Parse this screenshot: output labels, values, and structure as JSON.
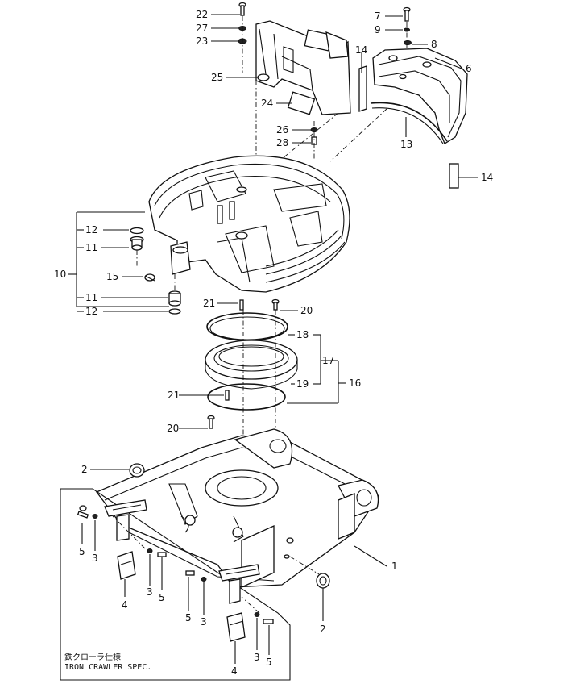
{
  "note": {
    "line1": "鉄クローラ仕様",
    "line2": "IRON CRAWLER SPEC."
  },
  "callouts": [
    {
      "id": "22a",
      "label": "22"
    },
    {
      "id": "27",
      "label": "27"
    },
    {
      "id": "23",
      "label": "23"
    },
    {
      "id": "25",
      "label": "25"
    },
    {
      "id": "24",
      "label": "24"
    },
    {
      "id": "26",
      "label": "26"
    },
    {
      "id": "28",
      "label": "28"
    },
    {
      "id": "7",
      "label": "7"
    },
    {
      "id": "9",
      "label": "9"
    },
    {
      "id": "8",
      "label": "8"
    },
    {
      "id": "6",
      "label": "6"
    },
    {
      "id": "14a",
      "label": "14"
    },
    {
      "id": "13",
      "label": "13"
    },
    {
      "id": "14b",
      "label": "14"
    },
    {
      "id": "10",
      "label": "10"
    },
    {
      "id": "12a",
      "label": "12"
    },
    {
      "id": "11a",
      "label": "11"
    },
    {
      "id": "15",
      "label": "15"
    },
    {
      "id": "11b",
      "label": "11"
    },
    {
      "id": "12b",
      "label": "12"
    },
    {
      "id": "21a",
      "label": "21"
    },
    {
      "id": "20a",
      "label": "20"
    },
    {
      "id": "18",
      "label": "18"
    },
    {
      "id": "17",
      "label": "17"
    },
    {
      "id": "19",
      "label": "19"
    },
    {
      "id": "16",
      "label": "16"
    },
    {
      "id": "21b",
      "label": "21"
    },
    {
      "id": "20b",
      "label": "20"
    },
    {
      "id": "2a",
      "label": "2"
    },
    {
      "id": "1",
      "label": "1"
    },
    {
      "id": "2b",
      "label": "2"
    },
    {
      "id": "5a",
      "label": "5"
    },
    {
      "id": "3a",
      "label": "3"
    },
    {
      "id": "4a",
      "label": "4"
    },
    {
      "id": "3b",
      "label": "3"
    },
    {
      "id": "5b",
      "label": "5"
    },
    {
      "id": "5c",
      "label": "5"
    },
    {
      "id": "3c",
      "label": "3"
    },
    {
      "id": "3d",
      "label": "3"
    },
    {
      "id": "5d",
      "label": "5"
    },
    {
      "id": "4b",
      "label": "4"
    }
  ]
}
